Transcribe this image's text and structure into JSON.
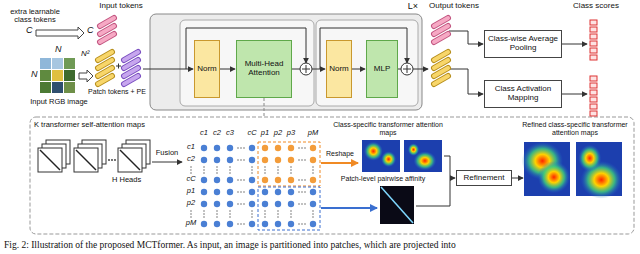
{
  "diagram": {
    "caption": "Fig. 2: Illustration of the proposed MCTformer. As input, an image is partitioned into patches, which are projected into",
    "nodes": [
      {
        "text": [
          "L×"
        ]
      },
      {
        "text": [
          "Norm"
        ],
        "in": 0
      },
      {
        "text": [
          "Multi-Head Attention"
        ],
        "in": 0
      },
      {
        "text": [
          "Norm"
        ],
        "in": 0
      },
      {
        "text": [
          "MLP"
        ],
        "in": 0
      },
      {
        "text": [
          "Class-wise Average Pooling"
        ]
      },
      {
        "text": [
          "Class Activation Mapping"
        ]
      },
      {
        "text": [
          "Refinement"
        ]
      }
    ],
    "edges": [
      {
        "from": 1,
        "to": 2,
        "arrow": "to"
      },
      {
        "from": 3,
        "to": 4,
        "arrow": "to"
      }
    ],
    "labels": [
      "extra learnable class tokens",
      "C",
      "N",
      "N",
      "Input RGB image",
      "Input tokens",
      "C",
      "N²",
      "Patch tokens + PE",
      "Output tokens",
      "Class scores",
      "K transformer self-attention maps",
      "H Heads",
      "Fusion",
      "c1",
      "c2",
      "c3",
      "cC",
      "p1",
      "p2",
      "p3",
      "pM",
      "c1",
      "c2",
      "cC",
      "p1",
      "p2",
      "pM",
      "Class-specific transformer attention maps",
      "Reshape",
      "Patch-level pairwise affinity",
      "Refined class-specific transformer attention maps"
    ]
  }
}
